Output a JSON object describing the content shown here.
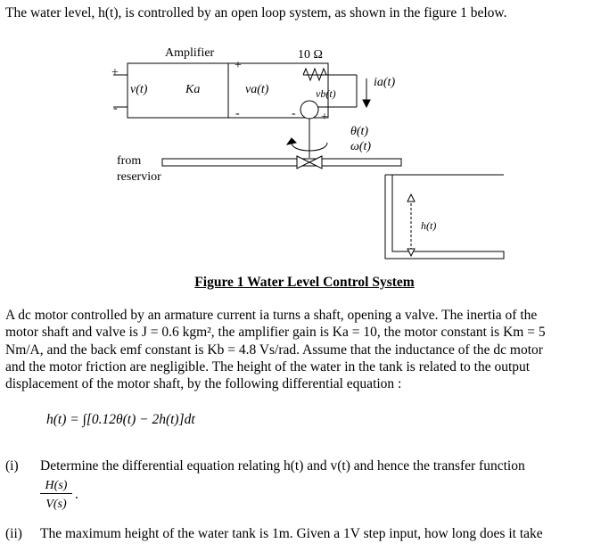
{
  "intro": "The water level, h(t), is controlled by an open loop system, as shown in the figure 1 below.",
  "figure": {
    "amplifier_label": "Amplifier",
    "gain": "Ka",
    "input": "v(t)",
    "va": "va(t)",
    "vb": "vb(t)",
    "resistor": "10 Ω",
    "current": "ia(t)",
    "theta": "θ(t)",
    "omega": "ω(t)",
    "from": "from",
    "reservoir": "reservior",
    "height": "h(t)",
    "plus": "+",
    "minus": "-"
  },
  "caption": "Figure 1  Water Level Control System",
  "paragraph": [
    "A dc motor controlled by an armature current ia turns a shaft, opening a valve.  The inertia of the",
    "motor shaft and valve is J = 0.6 kgm², the amplifier gain is Ka = 10, the motor constant is Km = 5",
    "Nm/A, and the back emf constant is Kb = 4.8 Vs/rad.  Assume that the inductance of the dc motor",
    "and the motor friction are negligible.  The height of the water in the tank is related to the output",
    "displacement of the motor shaft, by the following differential equation :"
  ],
  "equation": "h(t) = ∫[0.12θ(t) − 2h(t)]dt",
  "q1_num": "(i)",
  "q1_text": "Determine the differential equation relating h(t) and v(t) and hence the transfer function",
  "q1_frac_num": "H(s)",
  "q1_frac_den": "V(s)",
  "q1_end": ".",
  "q2_num": "(ii)",
  "q2_text": "The maximum height of the water tank is 1m.  Given a 1V step input, how long does it take"
}
